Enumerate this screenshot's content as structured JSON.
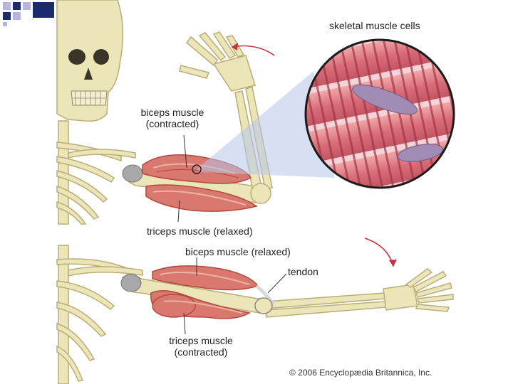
{
  "labels": {
    "cells": "skeletal muscle cells",
    "biceps_contracted_1": "biceps muscle",
    "biceps_contracted_2": "(contracted)",
    "triceps_relaxed": "triceps muscle (relaxed)",
    "biceps_relaxed": "biceps muscle (relaxed)",
    "tendon": "tendon",
    "triceps_contracted_1": "triceps muscle",
    "triceps_contracted_2": "(contracted)",
    "copyright": "© 2006 Encyclopædia Britannica, Inc."
  },
  "colors": {
    "bone": "#ece5b8",
    "bone_edge": "#b9ad78",
    "muscle": "#d9786e",
    "muscle_dark": "#b2493f",
    "muscle_light": "#eeb3a6",
    "cell_bg": "#d96e79",
    "arrow": "#c8303c",
    "zoom_cone": "#b7c6ea",
    "corner_navy": "#1c2a6e",
    "corner_lilac": "#b8b4dc"
  },
  "icons": {
    "flex_arrow": "curved-arrow-icon",
    "extend_arrow": "curved-arrow-icon",
    "magnifier": "zoom-circle-icon",
    "corner": "slide-corner-squares-icon"
  }
}
